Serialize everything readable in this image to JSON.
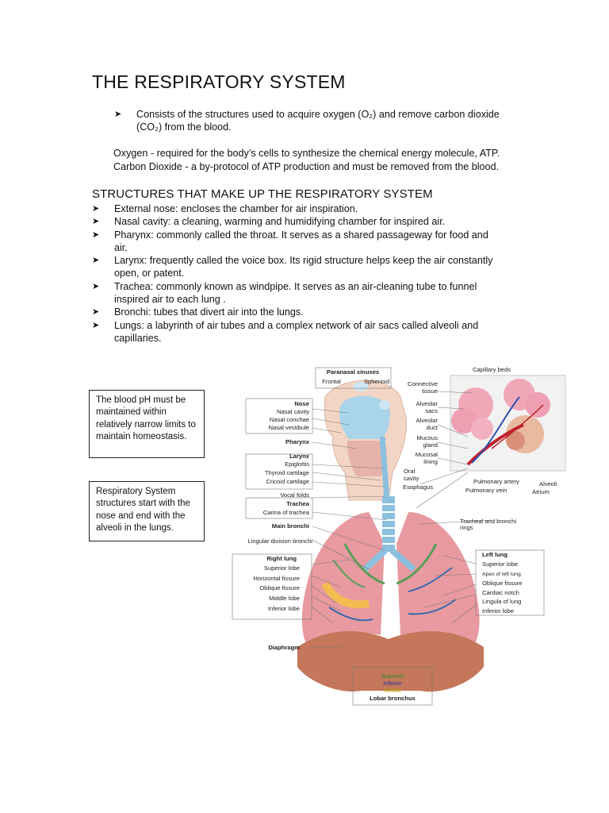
{
  "title": "THE RESPIRATORY SYSTEM",
  "intro_bullet": "Consists of the structures used to acquire oxygen (O₂) and remove carbon dioxide (CO₂) from the blood.",
  "oxygen_line": "Oxygen - required for the body’s cells to synthesize the chemical energy molecule, ATP.",
  "co2_line": "Carbon Dioxide - a by-protocol of ATP production and must be removed from the blood.",
  "structures_heading": "STRUCTURES THAT MAKE UP THE RESPIRATORY SYSTEM",
  "structures": [
    "External nose: encloses the chamber for air inspiration.",
    "Nasal cavity: a cleaning, warming and humidifying chamber for inspired air.",
    "Pharynx: commonly called the throat. It serves as a shared passageway for food and air.",
    "Larynx: frequently called the voice box. Its rigid structure helps keep the air constantly open, or patent.",
    "Trachea: commonly known as windpipe. It serves as an air-cleaning tube to funnel inspired air to each lung .",
    "Bronchi: tubes that divert air into the lungs.",
    "Lungs: a labyrinth of air tubes and a complex network of air sacs called alveoli and capillaries."
  ],
  "note_ph": "The blood pH must be maintained within relatively narrow limits to maintain homeostasis.",
  "note_structures": "Respiratory System structures start with the nose and end with the alveoli in the lungs.",
  "diagram": {
    "paranasal_sinuses": "Paranasal sinuses",
    "frontal": "Frontal",
    "sphenoid": "Sphenoid",
    "nose": "Nose",
    "nasal_cavity": "Nasal cavity",
    "nasal_conchae": "Nasal conchae",
    "nasal_vestibule": "Nasal vestibule",
    "pharynx": "Pharynx",
    "larynx": "Larynx",
    "epiglottis": "Epiglottis",
    "thyroid_cartilage": "Thyroid cartilage",
    "cricoid_cartilage": "Cricoid cartilage",
    "vocal_folds": "Vocal folds",
    "trachea": "Trachea",
    "carina": "Carina of trachea",
    "main_bronchi": "Main bronchi",
    "lingular_bronchi": "Lingular division bronchi",
    "right_lung": "Right lung",
    "r_superior": "Superior lobe",
    "horizontal_fissure": "Horizontal fissure",
    "r_oblique": "Oblique fissure",
    "middle_lobe": "Middle lobe",
    "r_inferior": "Inferior lobe",
    "diaphragm": "Diaphragm",
    "superior": "Superior",
    "inferior": "Inferior",
    "middle": "Middle",
    "lobar_bronchus": "Lobar bronchus",
    "capillary_beds": "Capillary beds",
    "connective_tissue": [
      "Connective",
      "tissue"
    ],
    "alveolar_sacs": [
      "Alveolar",
      "sacs"
    ],
    "alveolar_duct": [
      "Alveolar",
      "duct"
    ],
    "mucous_gland": [
      "Mucous",
      "gland"
    ],
    "mucosal_lining": [
      "Mucosal",
      "lining"
    ],
    "oral_cavity": [
      "Oral",
      "cavity"
    ],
    "esophagus": "Esophagus",
    "pulmonary_artery": "Pulmonary artery",
    "pulmonary_vein": "Pulmonary vein",
    "alveoli": "Alveoli",
    "atrium": "Atrium",
    "tracheal_rings": [
      "Tracheal and bronchi",
      "rings"
    ],
    "left_lung": "Left lung",
    "l_superior": "Superior lobe",
    "apex": "Apex of left lung",
    "l_oblique": "Oblique fissure",
    "cardiac_notch": "Cardiac notch",
    "lingula": "Lingula of lung",
    "l_inferior": "Inferior lobe"
  },
  "colors": {
    "lung_pink": "#e89aa0",
    "airway_blue": "#8cc0df",
    "bronchi_green": "#5a9e5a",
    "diaphragm_brown": "#c4775a",
    "superior_label": "#2a8a2a",
    "inferior_label": "#2a3aa8",
    "middle_label": "#b8a000"
  }
}
